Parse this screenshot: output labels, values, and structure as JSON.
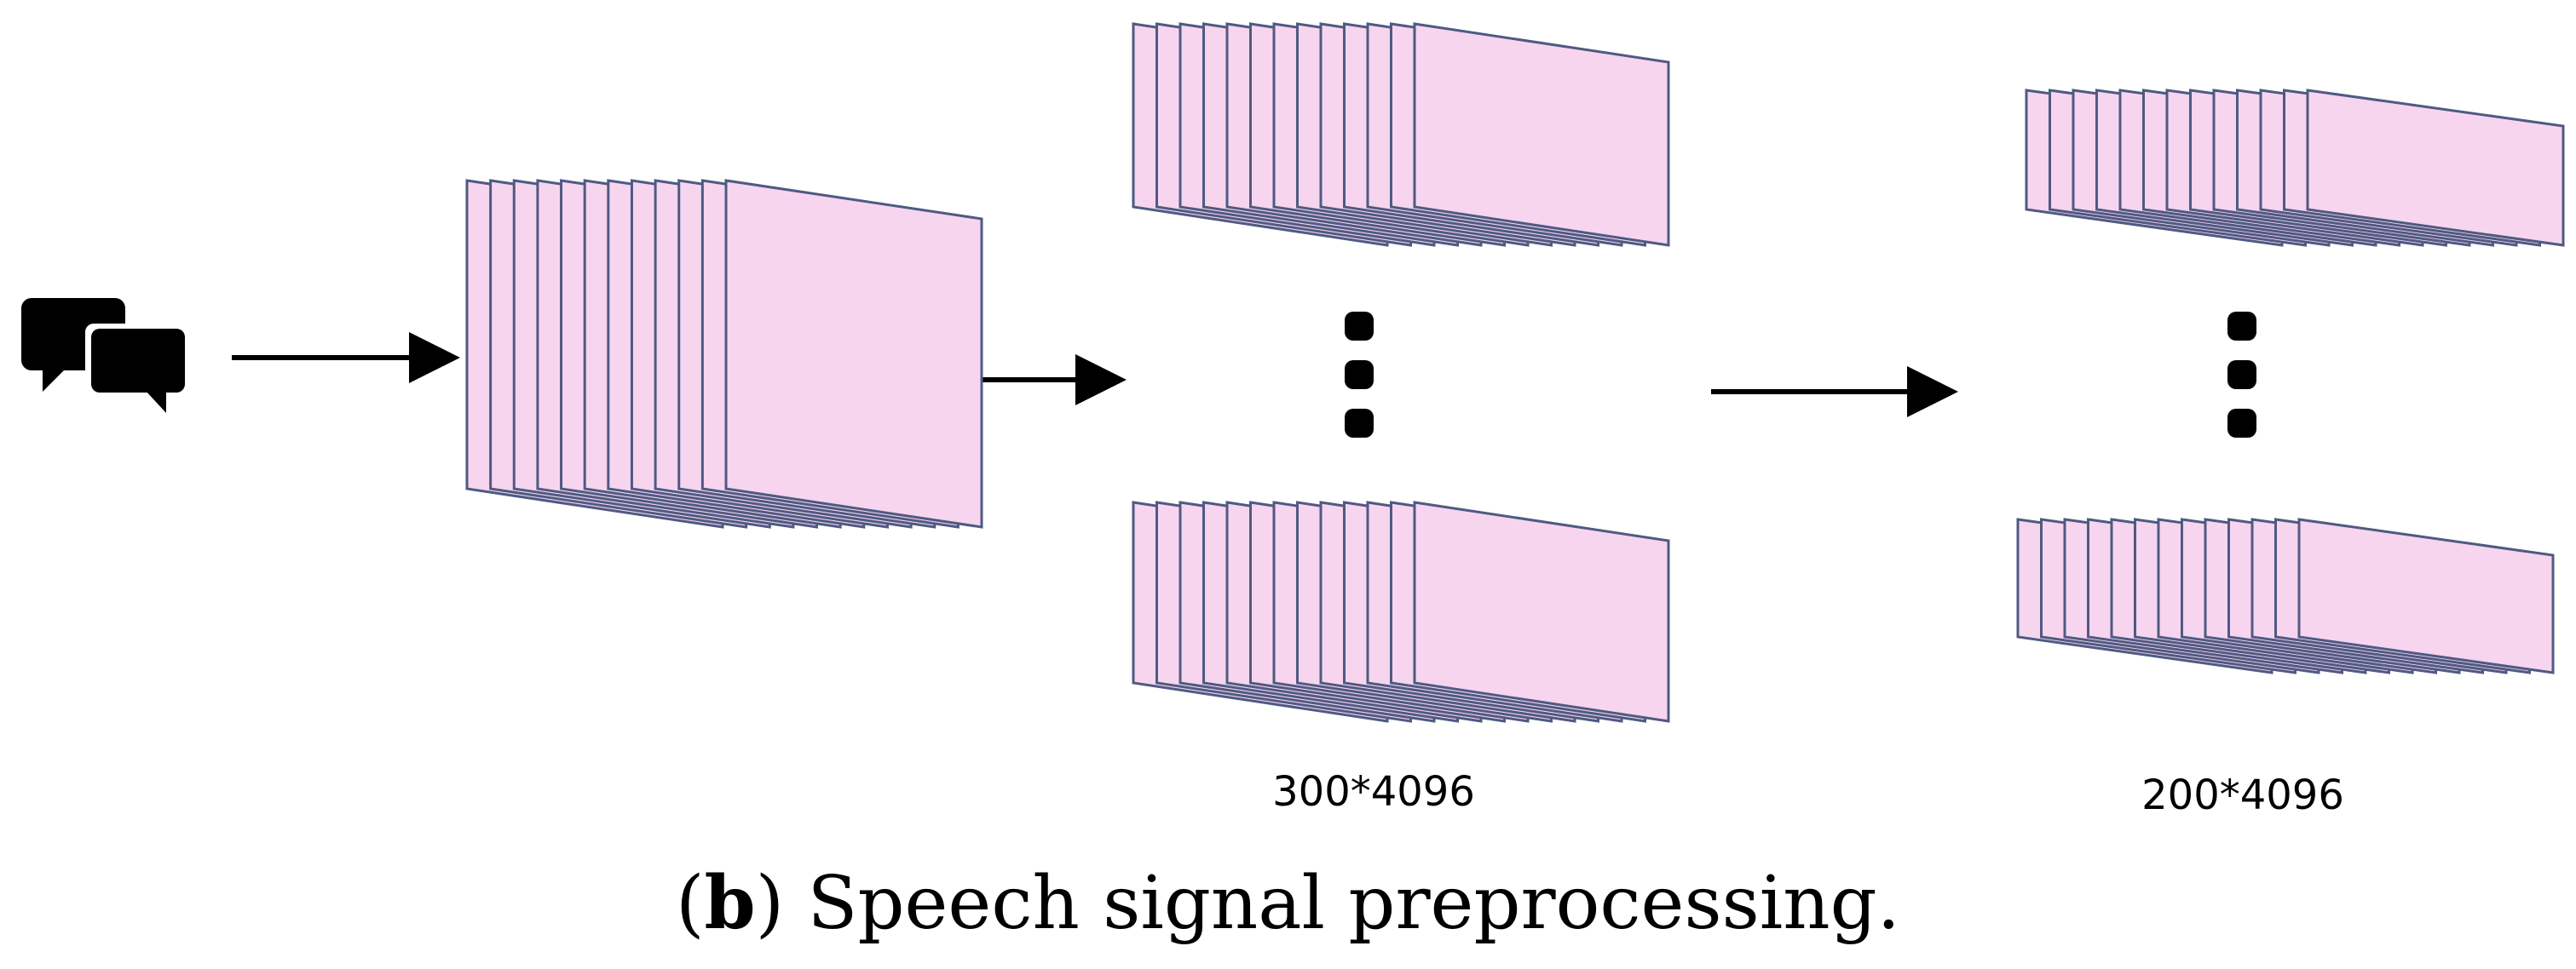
{
  "labels": {
    "second_stage_dims": "300*4096",
    "third_stage_dims": "200*4096"
  },
  "caption": {
    "open_paren": "(",
    "letter": "b",
    "text": ") Speech signal preprocessing."
  },
  "colors": {
    "frame_fill": "#f7d5ef",
    "frame_stroke": "#4f5a82",
    "arrow": "#000000",
    "icon": "#000000"
  },
  "icons": {
    "input": "speech-bubbles-icon"
  }
}
